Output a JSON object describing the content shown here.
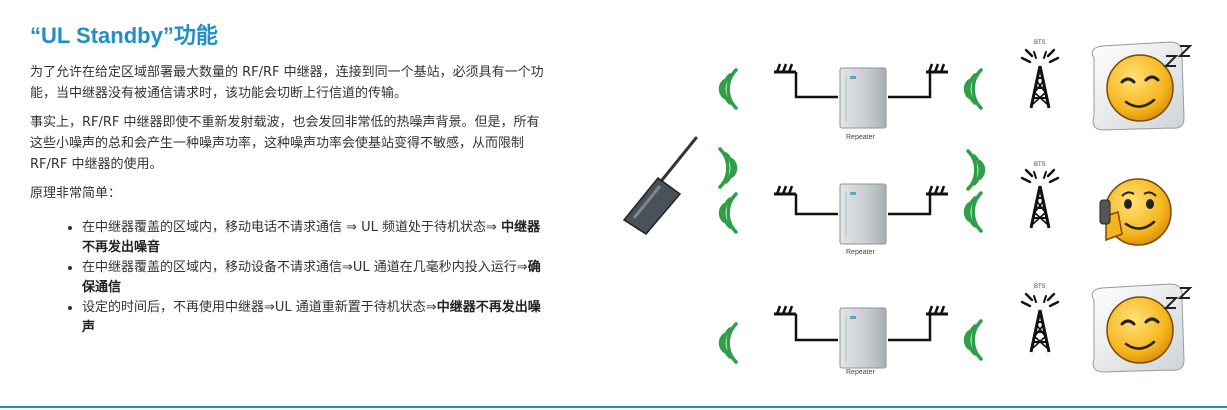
{
  "title": "“UL Standby”功能",
  "paragraphs": [
    "为了允许在给定区域部署最大数量的 RF/RF 中继器，连接到同一个基站，必须具有一个功能，当中继器没有被通信请求时，该功能会切断上行信道的传输。",
    "事实上，RF/RF 中继器即使不重新发射载波，也会发回非常低的热噪声背景。但是，所有这些小噪声的总和会产生一种噪声功率，这种噪声功率会使基站变得不敏感，从而限制 RF/RF 中继器的使用。",
    "原理非常简单："
  ],
  "bullets": [
    {
      "text": "在中继器覆盖的区域内，移动电话不请求通信 ⇒ UL 频道处于待机状态⇒ ",
      "bold": "中继器不再发出噪音"
    },
    {
      "text": "在中继器覆盖的区域内，移动设备不请求通信⇒UL 通道在几毫秒内投入运行⇒",
      "bold": "确保通信"
    },
    {
      "text": "设定的时间后，不再使用中继器⇒UL 通道重新置于待机状态⇒",
      "bold": "中继器不再发出噪声"
    }
  ],
  "diagram": {
    "repeater_label": "Repeater",
    "bts_label": "BTS",
    "accent_color": "#2f9e48",
    "scenarios": [
      "standby-no-noise",
      "communication-active",
      "returned-to-standby"
    ]
  }
}
